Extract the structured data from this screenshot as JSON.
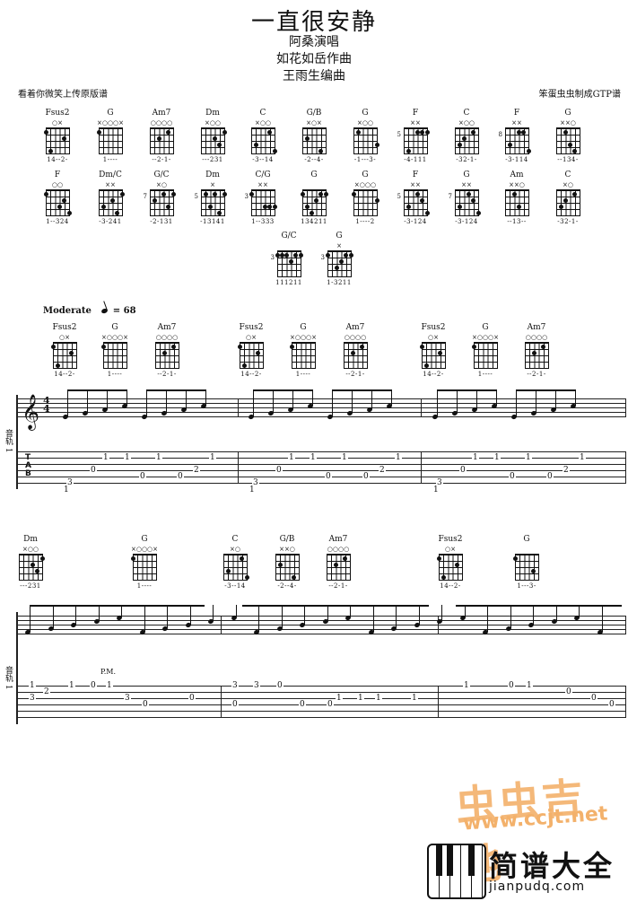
{
  "title": "一直很安静",
  "credits": [
    "阿桑演唱",
    "如花如岳作曲",
    "王雨生编曲"
  ],
  "left_note": "看着你微笑上传原版谱",
  "right_note": "笨蛋虫虫制成GTP谱",
  "tempo_label": "Moderate",
  "tempo_value": "= 68",
  "track_label": "音轨 1",
  "chord_rows": [
    [
      {
        "name": "Fsus2",
        "marks": "○×",
        "fret": "",
        "fingers": "14--2-"
      },
      {
        "name": "G",
        "marks": "×○○○×",
        "fret": "",
        "fingers": "1----"
      },
      {
        "name": "Am7",
        "marks": "○○○○",
        "fret": "",
        "fingers": "--2-1-"
      },
      {
        "name": "Dm",
        "marks": "×○○",
        "fret": "",
        "fingers": "---231"
      },
      {
        "name": "C",
        "marks": "×○○",
        "fret": "",
        "fingers": "-3--14"
      },
      {
        "name": "G/B",
        "marks": "×○×",
        "fret": "",
        "fingers": "-2--4-"
      },
      {
        "name": "G",
        "marks": "×○○",
        "fret": "",
        "fingers": "-1---3-"
      },
      {
        "name": "F",
        "marks": "××",
        "fret": "5",
        "fingers": "-4-111"
      },
      {
        "name": "C",
        "marks": "×○○",
        "fret": "",
        "fingers": "-32-1-"
      },
      {
        "name": "F",
        "marks": "××",
        "fret": "8",
        "fingers": "-3-114"
      },
      {
        "name": "G",
        "marks": "××○",
        "fret": "",
        "fingers": "--134-"
      }
    ],
    [
      {
        "name": "F",
        "marks": "○○",
        "fret": "",
        "fingers": "1--324"
      },
      {
        "name": "Dm/C",
        "marks": "××",
        "fret": "",
        "fingers": "-3-241"
      },
      {
        "name": "G/C",
        "marks": "×○",
        "fret": "7",
        "fingers": "-2-131"
      },
      {
        "name": "Dm",
        "marks": "×",
        "fret": "5",
        "fingers": "-13141"
      },
      {
        "name": "C/G",
        "marks": "××",
        "fret": "3",
        "fingers": "1--333"
      },
      {
        "name": "G",
        "marks": "",
        "fret": "",
        "fingers": "134211"
      },
      {
        "name": "G",
        "marks": "×○○○",
        "fret": "",
        "fingers": "1----2"
      },
      {
        "name": "F",
        "marks": "××",
        "fret": "5",
        "fingers": "-3-124"
      },
      {
        "name": "G",
        "marks": "××",
        "fret": "7",
        "fingers": "-3-124"
      },
      {
        "name": "Am",
        "marks": "××○",
        "fret": "",
        "fingers": "--13--"
      },
      {
        "name": "C",
        "marks": "×○",
        "fret": "",
        "fingers": "-32-1-"
      }
    ],
    [
      {
        "name": "G/C",
        "marks": "",
        "fret": "3",
        "fingers": "111211"
      },
      {
        "name": "G",
        "marks": "×",
        "fret": "3",
        "fingers": "1-3211"
      }
    ]
  ],
  "system1_chords": [
    {
      "name": "Fsus2",
      "marks": "○×",
      "fingers": "14--2-"
    },
    {
      "name": "G",
      "marks": "×○○○×",
      "fingers": "1----"
    },
    {
      "name": "Am7",
      "marks": "○○○○",
      "fingers": "--2-1-"
    },
    {
      "name": "Fsus2",
      "marks": "○×",
      "fingers": "14--2-"
    },
    {
      "name": "G",
      "marks": "×○○○×",
      "fingers": "1----"
    },
    {
      "name": "Am7",
      "marks": "○○○○",
      "fingers": "--2-1-"
    },
    {
      "name": "Fsus2",
      "marks": "○×",
      "fingers": "14--2-"
    },
    {
      "name": "G",
      "marks": "×○○○×",
      "fingers": "1----"
    },
    {
      "name": "Am7",
      "marks": "○○○○",
      "fingers": "--2-1-"
    }
  ],
  "system2_chords": [
    {
      "name": "Dm",
      "marks": "×○○",
      "fingers": "---231"
    },
    {
      "name": "G",
      "marks": "×○○○×",
      "fingers": "1----"
    },
    {
      "name": "C",
      "marks": "×○",
      "fingers": "-3--14"
    },
    {
      "name": "G/B",
      "marks": "××○",
      "fingers": "-2--4-"
    },
    {
      "name": "Am7",
      "marks": "○○○○",
      "fingers": "--2-1-"
    },
    {
      "name": "Fsus2",
      "marks": "○×",
      "fingers": "14--2-"
    },
    {
      "name": "G",
      "marks": "",
      "fingers": "1---3-"
    }
  ],
  "pm_label": "P.M.",
  "watermark": {
    "top": "虫虫吉他",
    "url": "www.ccjt.net",
    "brand": "简谱大全",
    "brand_url": "jianpudq.com"
  }
}
